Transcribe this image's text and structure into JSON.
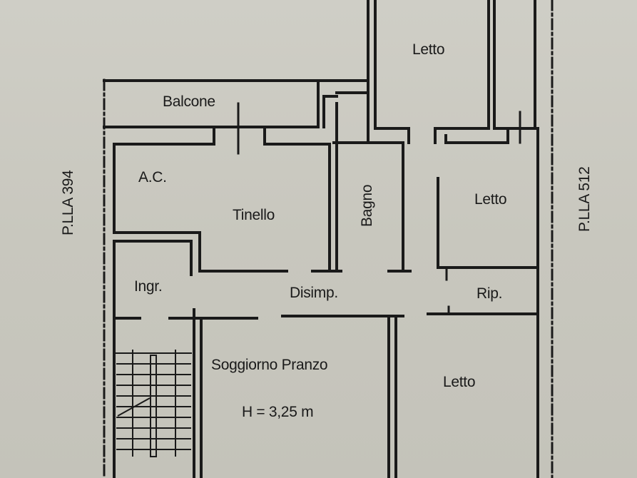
{
  "plan": {
    "type": "floor-plan",
    "colors": {
      "paper": "#c9c8bf",
      "ink": "#1a1a1a"
    },
    "parcels": {
      "left": "P.LLA 394",
      "right": "P.LLA 512"
    },
    "rooms": [
      {
        "id": "balcone",
        "label": "Balcone"
      },
      {
        "id": "ac",
        "label": "A.C."
      },
      {
        "id": "tinello",
        "label": "Tinello"
      },
      {
        "id": "bagno",
        "label": "Bagno"
      },
      {
        "id": "letto_top",
        "label": "Letto"
      },
      {
        "id": "letto_right",
        "label": "Letto"
      },
      {
        "id": "ingresso",
        "label": "Ingr."
      },
      {
        "id": "disimpegno",
        "label": "Disimp."
      },
      {
        "id": "ripostiglio",
        "label": "Rip."
      },
      {
        "id": "soggiorno",
        "label": "Soggiorno Pranzo"
      },
      {
        "id": "letto_bottom",
        "label": "Letto"
      }
    ],
    "ceiling_height": "H = 3,25 m"
  }
}
